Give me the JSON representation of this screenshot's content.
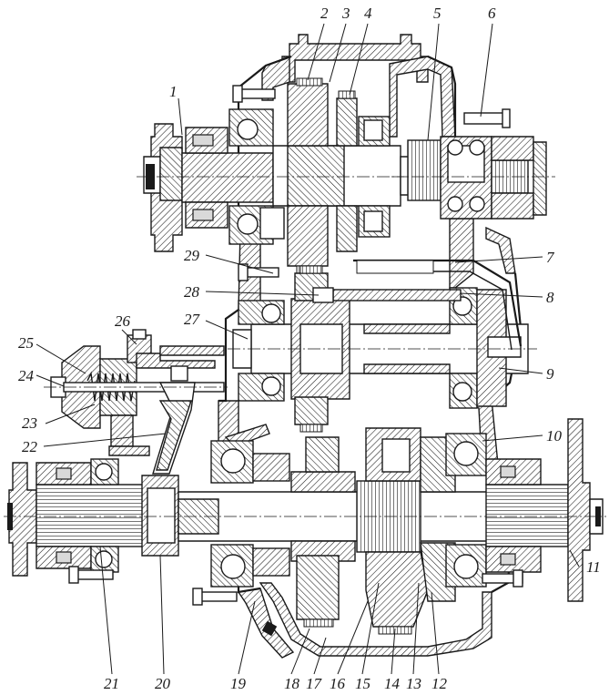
{
  "diagram": {
    "labels": [
      "1",
      "2",
      "3",
      "4",
      "5",
      "6",
      "7",
      "8",
      "9",
      "10",
      "11",
      "12",
      "13",
      "14",
      "15",
      "16",
      "17",
      "18",
      "19",
      "20",
      "21",
      "22",
      "23",
      "24",
      "25",
      "26",
      "27",
      "28",
      "29"
    ]
  }
}
